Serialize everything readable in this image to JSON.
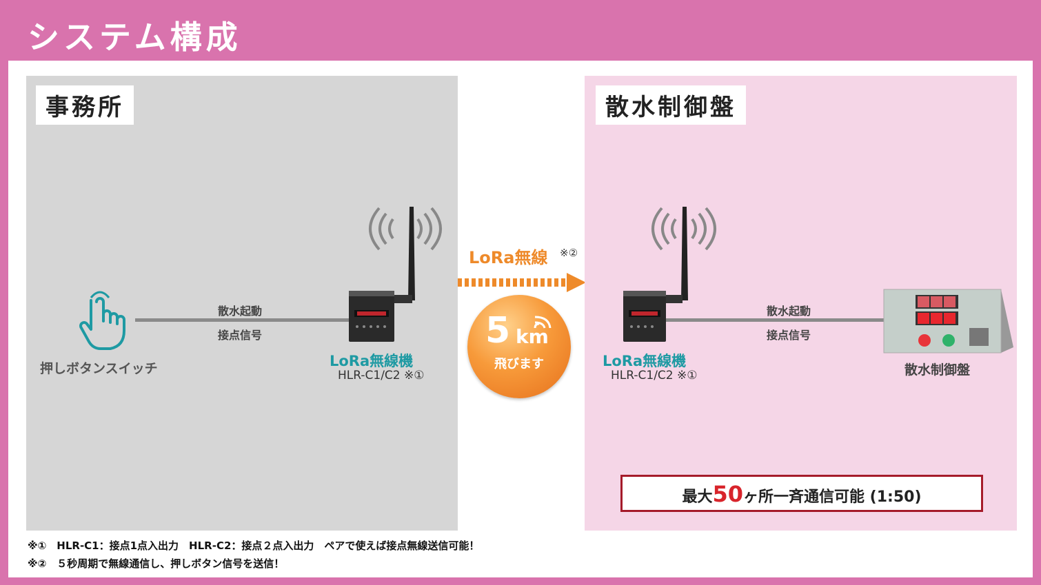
{
  "header": {
    "title": "システム構成"
  },
  "office": {
    "label": "事務所",
    "button_caption": "押しボタンスイッチ",
    "signal_line1": "散水起動",
    "signal_line2": "接点信号",
    "device_name": "LoRa無線機",
    "device_model": "HLR-C1/C2 ※①"
  },
  "link": {
    "label": "LoRa無線",
    "label_note": "※②",
    "badge_number": "5",
    "badge_unit": "km",
    "badge_text": "飛びます"
  },
  "panel": {
    "label": "散水制御盤",
    "signal_line1": "散水起動",
    "signal_line2": "接点信号",
    "device_name": "LoRa無線機",
    "device_model": "HLR-C1/C2 ※①",
    "panel_caption": "散水制御盤",
    "max_prefix": "最大",
    "max_number": "50",
    "max_suffix": "ヶ所一斉通信可能 (1:50)"
  },
  "notes": {
    "note1": "※①　HLR-C1：接点1点入出力　HLR-C2：接点２点入出力　ペアで使えば接点無線送信可能！",
    "note2": "※②　５秒周期で無線通信し、押しボタン信号を送信！"
  },
  "colors": {
    "frame": "#d973ad",
    "teal": "#1e9aa3",
    "orange": "#ee8a2a",
    "red": "#d8242b"
  },
  "icons": [
    "hand-pointer-icon",
    "wifi-waves-icon",
    "antenna-icon",
    "control-panel-icon"
  ]
}
